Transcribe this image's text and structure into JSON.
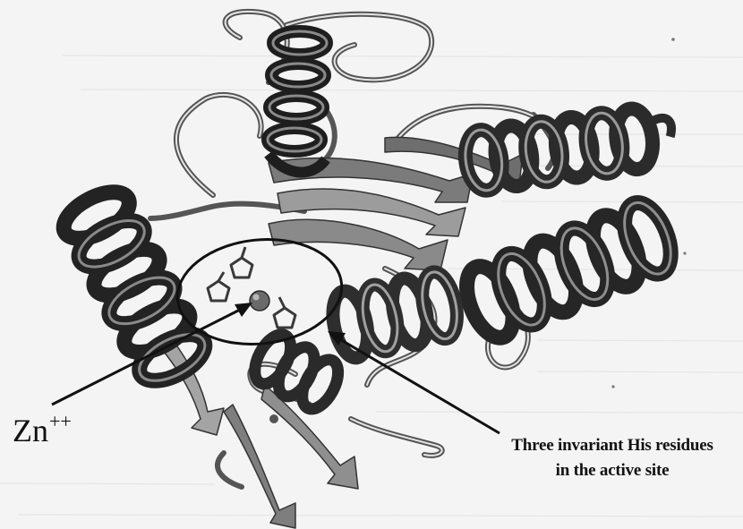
{
  "labels": {
    "zn_element": "Zn",
    "zn_charge": "++",
    "his_line1": "Three invariant His residues",
    "his_line2": "in the active site"
  },
  "colors": {
    "helix_dark": "#2b2b2b",
    "helix_mid": "#5a5a5a",
    "strand": "#8a8a8a",
    "loop": "#6c6c6c",
    "background": "#f4f4f4"
  }
}
